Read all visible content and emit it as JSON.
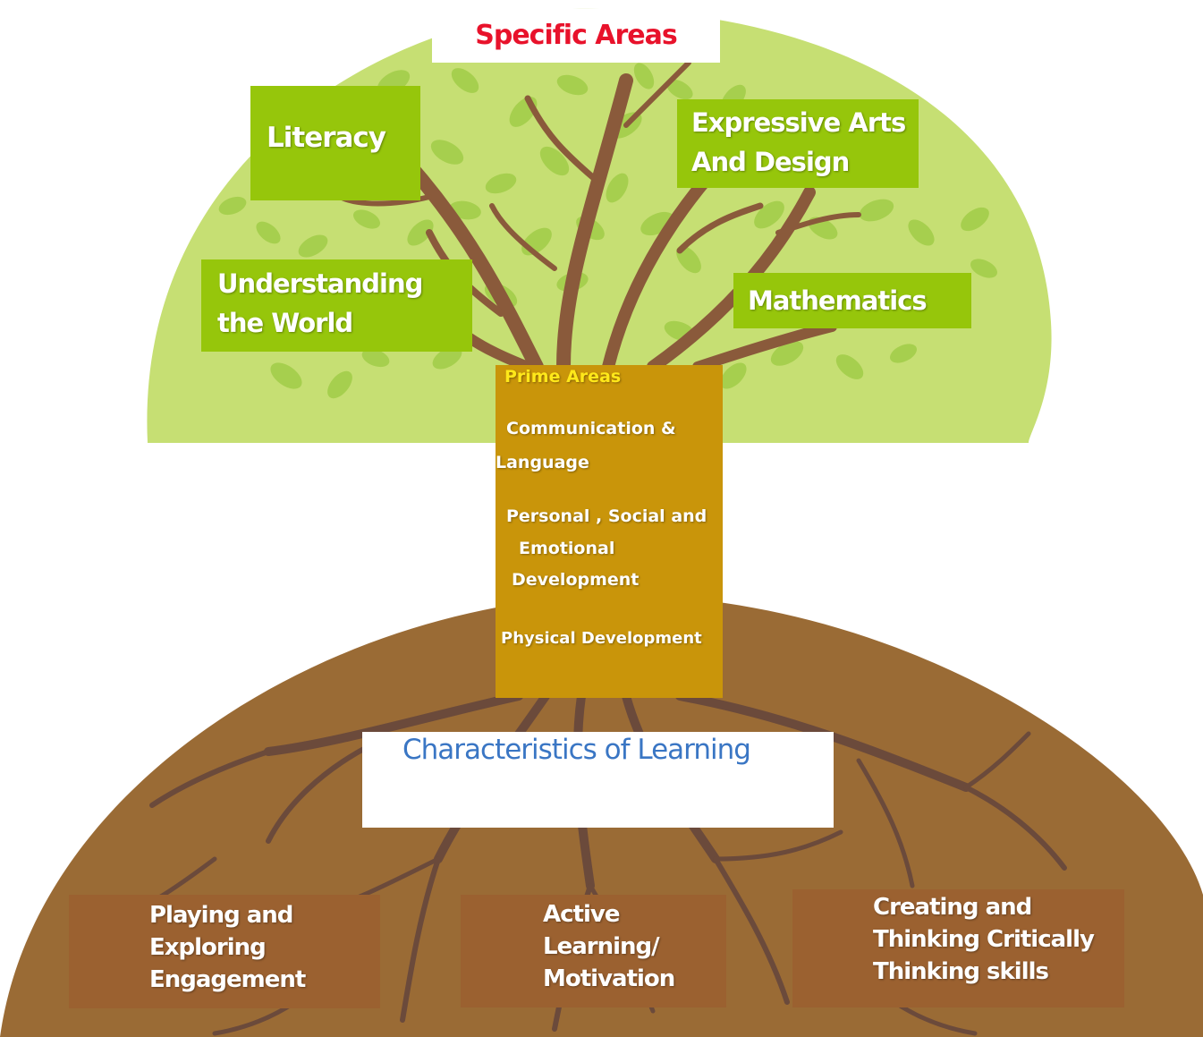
{
  "specific": {
    "title": "Specific Areas",
    "title_color": "#e8122b",
    "literacy": "Literacy",
    "expressive_line1": "Expressive Arts",
    "expressive_line2": "And Design",
    "understanding_line1": "Understanding",
    "understanding_line2": "the World",
    "mathematics": "Mathematics",
    "box_color": "#96c60b"
  },
  "prime": {
    "title": "Prime Areas",
    "title_color": "#ffe81a",
    "comm_line1": "Communication &",
    "comm_line2": "Language",
    "psed_line1": "Personal , Social and",
    "psed_line2": "Emotional",
    "psed_line3": "Development",
    "physical": "Physical Development",
    "box_color": "#c9950a"
  },
  "characteristics": {
    "title": "Characteristics of Learning",
    "title_color": "#3a76c4",
    "playing_line1": "Playing and",
    "playing_line2": "Exploring",
    "playing_line3": "Engagement",
    "active_line1": "Active",
    "active_line2": "Learning/",
    "active_line3": "Motivation",
    "creating_line1": "Creating and",
    "creating_line2": "Thinking Critically",
    "creating_line3": "Thinking skills",
    "box_color": "#9b6130"
  },
  "colors": {
    "canopy": "#c6df73",
    "leaf": "#a6cf4e",
    "branch": "#8a5a3b",
    "ground": "#9a6b35",
    "root": "#6b4a3b"
  }
}
